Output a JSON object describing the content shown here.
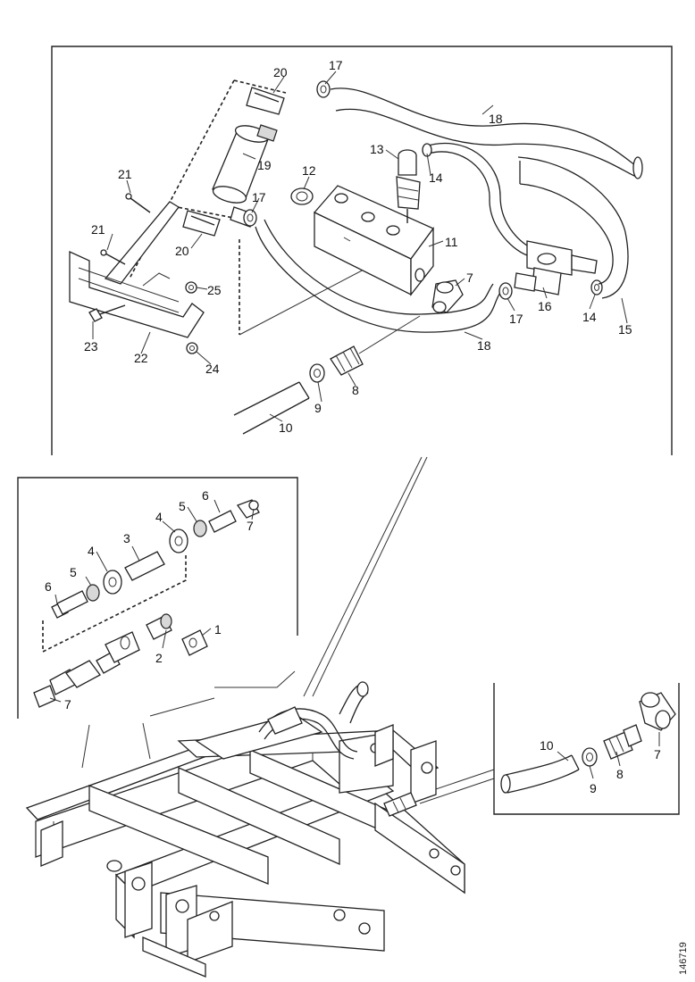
{
  "callouts": {
    "top": [
      "20",
      "17",
      "18",
      "21",
      "13",
      "14",
      "12",
      "19",
      "17",
      "21",
      "20",
      "11",
      "25",
      "7",
      "16",
      "23",
      "22",
      "24",
      "17",
      "14",
      "18",
      "15",
      "8",
      "9",
      "10"
    ],
    "left": [
      "6",
      "7",
      "4",
      "5",
      "3",
      "4",
      "5",
      "6",
      "1",
      "2",
      "7"
    ],
    "right": [
      "10",
      "8",
      "7",
      "9"
    ]
  },
  "reference": "146719"
}
